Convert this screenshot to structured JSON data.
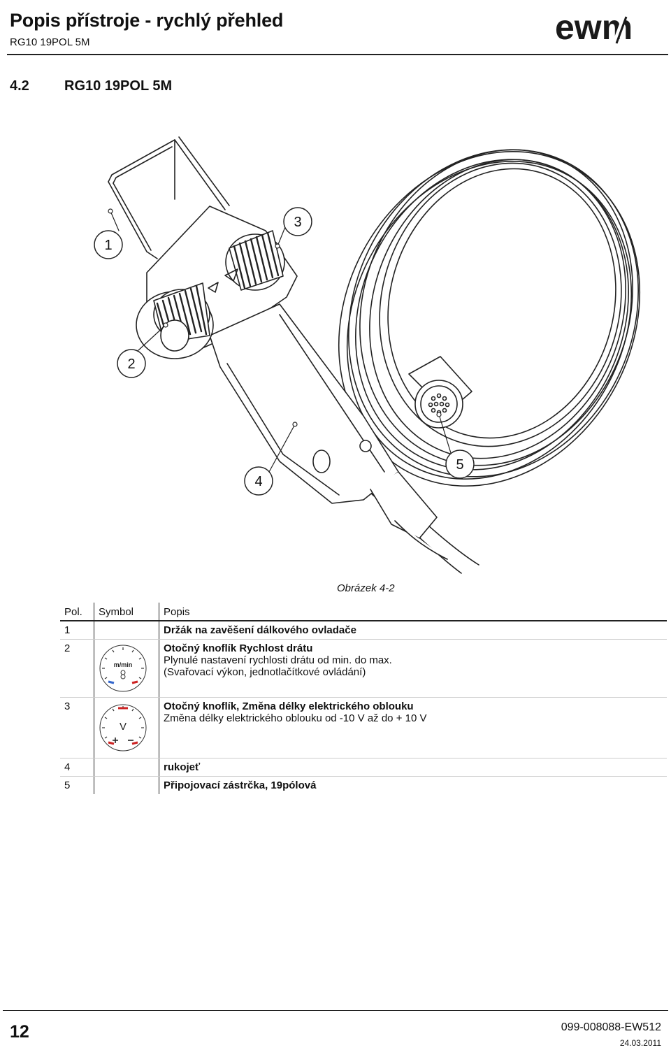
{
  "header": {
    "title": "Popis přístroje - rychlý přehled",
    "subtitle": "RG10 19POL 5M",
    "logo_text": "ewm",
    "logo_color": "#1a1a1a"
  },
  "section": {
    "number": "4.2",
    "title": "RG10 19POL 5M"
  },
  "figure": {
    "callouts": [
      "1",
      "2",
      "3",
      "4",
      "5"
    ],
    "caption": "Obrázek 4-2"
  },
  "legend": {
    "headers": {
      "pos": "Pol.",
      "symbol": "Symbol",
      "desc": "Popis"
    },
    "rows": [
      {
        "pos": "1",
        "symbol": "",
        "title": "Držák na zavěšení dálkového ovladače",
        "lines": []
      },
      {
        "pos": "2",
        "symbol": "speed-dial-icon",
        "dial_unit": "m/min",
        "title": "Otočný knoflík Rychlost drátu",
        "lines": [
          "Plynulé nastavení rychlosti drátu od min. do max.",
          "(Svařovací výkon, jednotlačítkové ovládání)"
        ]
      },
      {
        "pos": "3",
        "symbol": "voltage-dial-icon",
        "dial_unit": "V",
        "title": "Otočný knoflík, Změna délky elektrického oblouku",
        "lines": [
          "Změna délky elektrického oblouku od -10 V až do + 10 V"
        ]
      },
      {
        "pos": "4",
        "symbol": "",
        "title": "rukojeť",
        "lines": []
      },
      {
        "pos": "5",
        "symbol": "",
        "title": "Připojovací zástrčka, 19pólová",
        "lines": []
      }
    ]
  },
  "footer": {
    "page": "12",
    "doc_number": "099-008088-EW512",
    "date": "24.03.2011"
  }
}
